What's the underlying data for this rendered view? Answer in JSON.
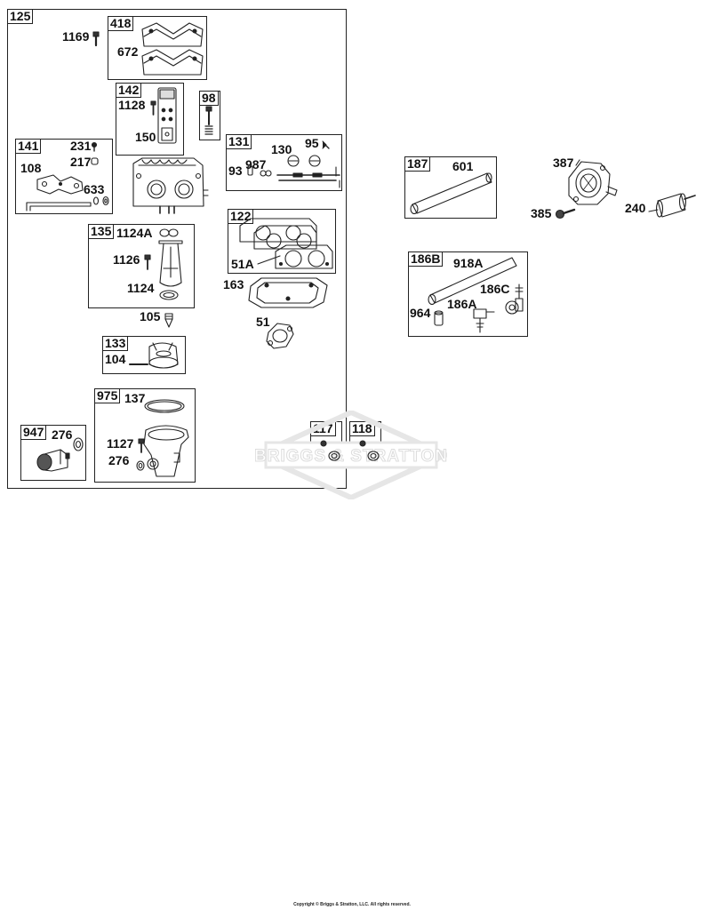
{
  "diagram": {
    "assemblies": {
      "a125": {
        "id": "125",
        "parts": []
      },
      "a418": {
        "id": "418",
        "parts": [
          "672"
        ]
      },
      "a142": {
        "id": "142",
        "parts": [
          "1128",
          "150"
        ]
      },
      "a98": {
        "id": "98",
        "parts": []
      },
      "a141": {
        "id": "141",
        "parts": [
          "231",
          "217",
          "108",
          "633"
        ]
      },
      "a131": {
        "id": "131",
        "parts": [
          "130",
          "95",
          "93",
          "987"
        ]
      },
      "a122": {
        "id": "122",
        "parts": [
          "51A"
        ]
      },
      "a135": {
        "id": "135",
        "parts": [
          "1124A",
          "1126",
          "1124"
        ]
      },
      "a133": {
        "id": "133",
        "parts": [
          "104"
        ]
      },
      "a975": {
        "id": "975",
        "parts": [
          "137",
          "1127",
          "276"
        ]
      },
      "a947": {
        "id": "947",
        "parts": [
          "276"
        ]
      },
      "a117": {
        "id": "117",
        "parts": []
      },
      "a118": {
        "id": "118",
        "parts": []
      },
      "a187": {
        "id": "187",
        "parts": [
          "601"
        ]
      },
      "a186B": {
        "id": "186B",
        "parts": [
          "918A",
          "186C",
          "964",
          "186A"
        ]
      }
    },
    "loose_parts": [
      "1169",
      "105",
      "163",
      "51",
      "387",
      "385",
      "240"
    ]
  },
  "watermark": {
    "text": "BRIGGS & STRATTON"
  },
  "footer": {
    "copyright": "Copyright © Briggs & Stratton, LLC. All rights reserved."
  }
}
